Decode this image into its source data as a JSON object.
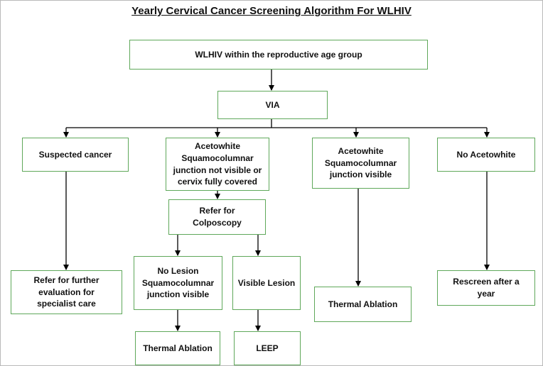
{
  "title": "Yearly Cervical Cancer Screening Algorithm For WLHIV",
  "nodes": {
    "wlhiv": "WLHIV within the reproductive age group",
    "via": "VIA",
    "suspected_cancer": "Suspected cancer",
    "acetowhite_scj_not_visible": "Acetowhite\nSquamocolumnar\njunction not visible or\ncervix fully covered",
    "acetowhite_scj_visible": "Acetowhite\nSquamocolumnar\njunction visible",
    "no_acetowhite": "No Acetowhite",
    "refer_colposcopy": "Refer for\nColposcopy",
    "refer_specialist": "Refer for further\nevaluation for\nspecialist care",
    "no_lesion": "No Lesion\nSquamocolumnar\njunction visible",
    "visible_lesion": "Visible Lesion",
    "thermal_ablation_1": "Thermal Ablation",
    "thermal_ablation_2": "Thermal Ablation",
    "leep": "LEEP",
    "rescreen": "Rescreen after a\nyear"
  },
  "edges": [
    {
      "from": "wlhiv",
      "to": "via"
    },
    {
      "from": "via",
      "to": "suspected_cancer"
    },
    {
      "from": "via",
      "to": "acetowhite_scj_not_visible"
    },
    {
      "from": "via",
      "to": "acetowhite_scj_visible"
    },
    {
      "from": "via",
      "to": "no_acetowhite"
    },
    {
      "from": "suspected_cancer",
      "to": "refer_specialist"
    },
    {
      "from": "acetowhite_scj_not_visible",
      "to": "refer_colposcopy"
    },
    {
      "from": "refer_colposcopy",
      "to": "no_lesion"
    },
    {
      "from": "refer_colposcopy",
      "to": "visible_lesion"
    },
    {
      "from": "no_lesion",
      "to": "thermal_ablation_1"
    },
    {
      "from": "visible_lesion",
      "to": "leep"
    },
    {
      "from": "acetowhite_scj_visible",
      "to": "thermal_ablation_2"
    },
    {
      "from": "no_acetowhite",
      "to": "rescreen"
    }
  ],
  "colors": {
    "box_border": "#5fa85a",
    "connector": "#000000",
    "text": "#111111"
  }
}
